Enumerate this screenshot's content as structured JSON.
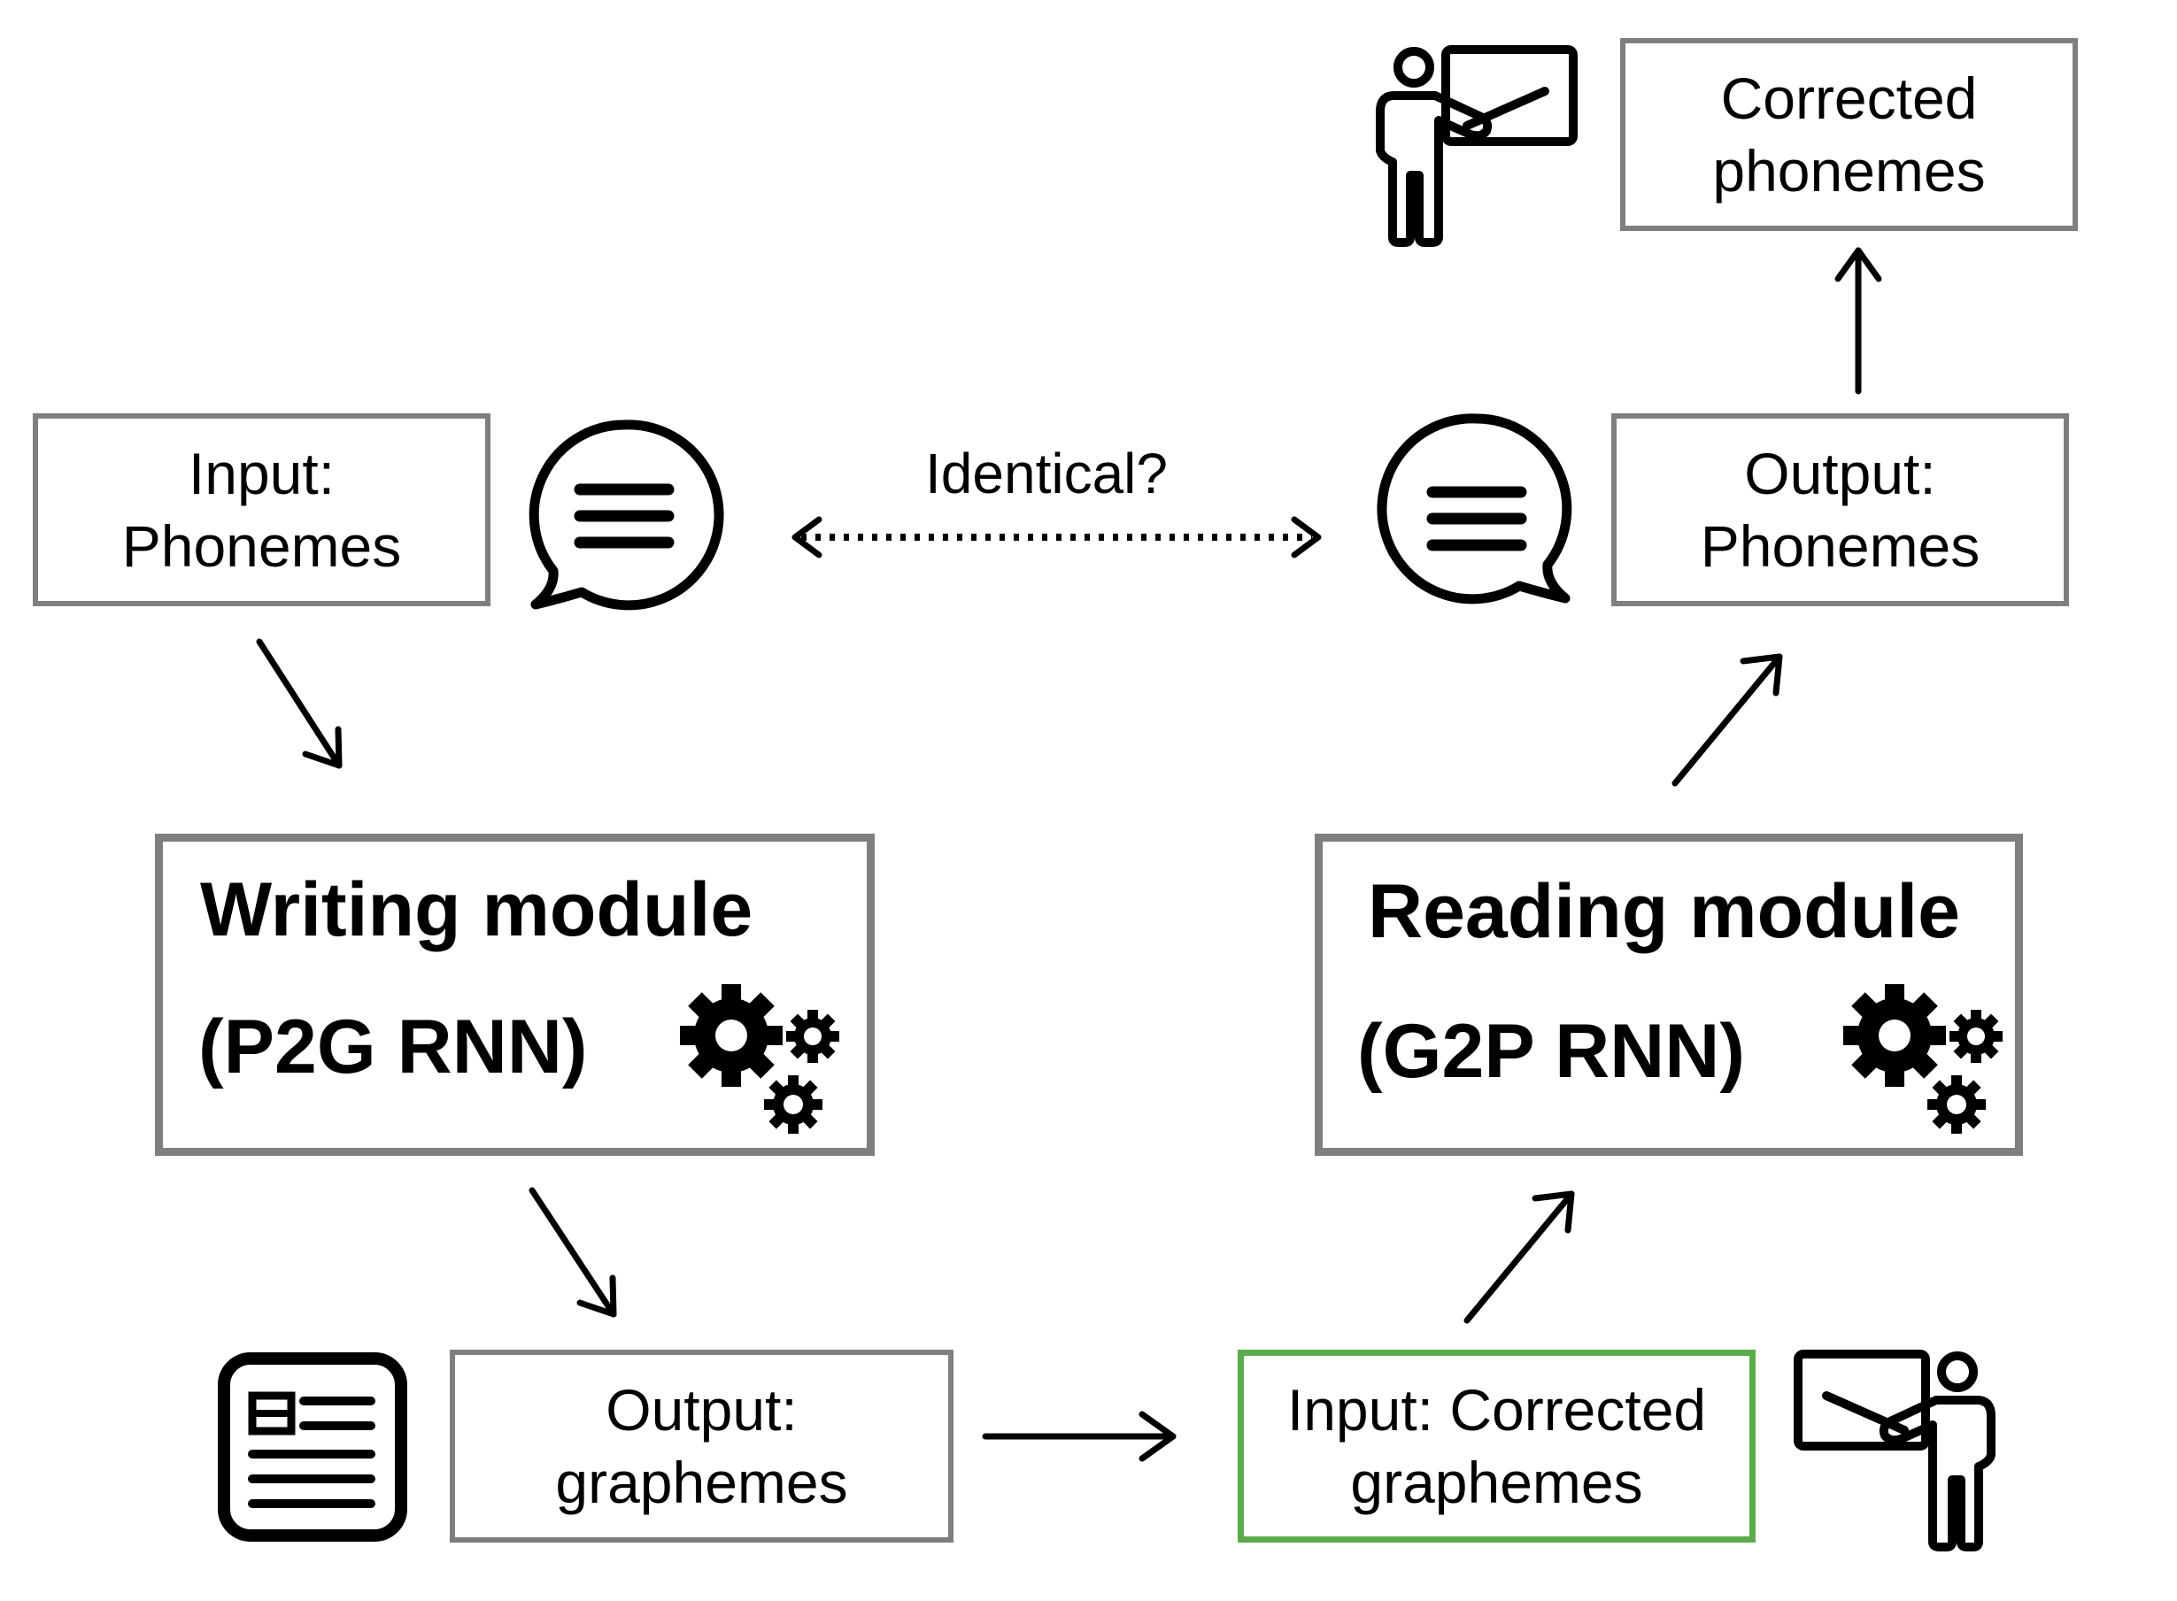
{
  "nodes": {
    "input_phonemes": {
      "line1": "Input:",
      "line2": "Phonemes"
    },
    "writing_module": {
      "title": "Writing module",
      "subtitle": "(P2G RNN)"
    },
    "output_graphemes": {
      "line1": "Output:",
      "line2": "graphemes"
    },
    "input_corrected_graphemes": {
      "line1": "Input: Corrected",
      "line2": "graphemes"
    },
    "reading_module": {
      "title": "Reading module",
      "subtitle": "(G2P RNN)"
    },
    "output_phonemes": {
      "line1": "Output:",
      "line2": "Phonemes"
    },
    "corrected_phonemes": {
      "line1": "Corrected",
      "line2": "phonemes"
    }
  },
  "edges": {
    "identical_label": "Identical?"
  },
  "icons": {
    "speech_left": "speech-bubble-icon",
    "speech_right": "speech-bubble-icon",
    "gears_writing": "gears-icon",
    "gears_reading": "gears-icon",
    "document": "document-icon",
    "teacher_top": "teacher-icon",
    "teacher_bottom": "teacher-icon"
  },
  "colors": {
    "box_border": "#7f7f7f",
    "highlight_border": "#5aab4a",
    "ink": "#000000"
  }
}
